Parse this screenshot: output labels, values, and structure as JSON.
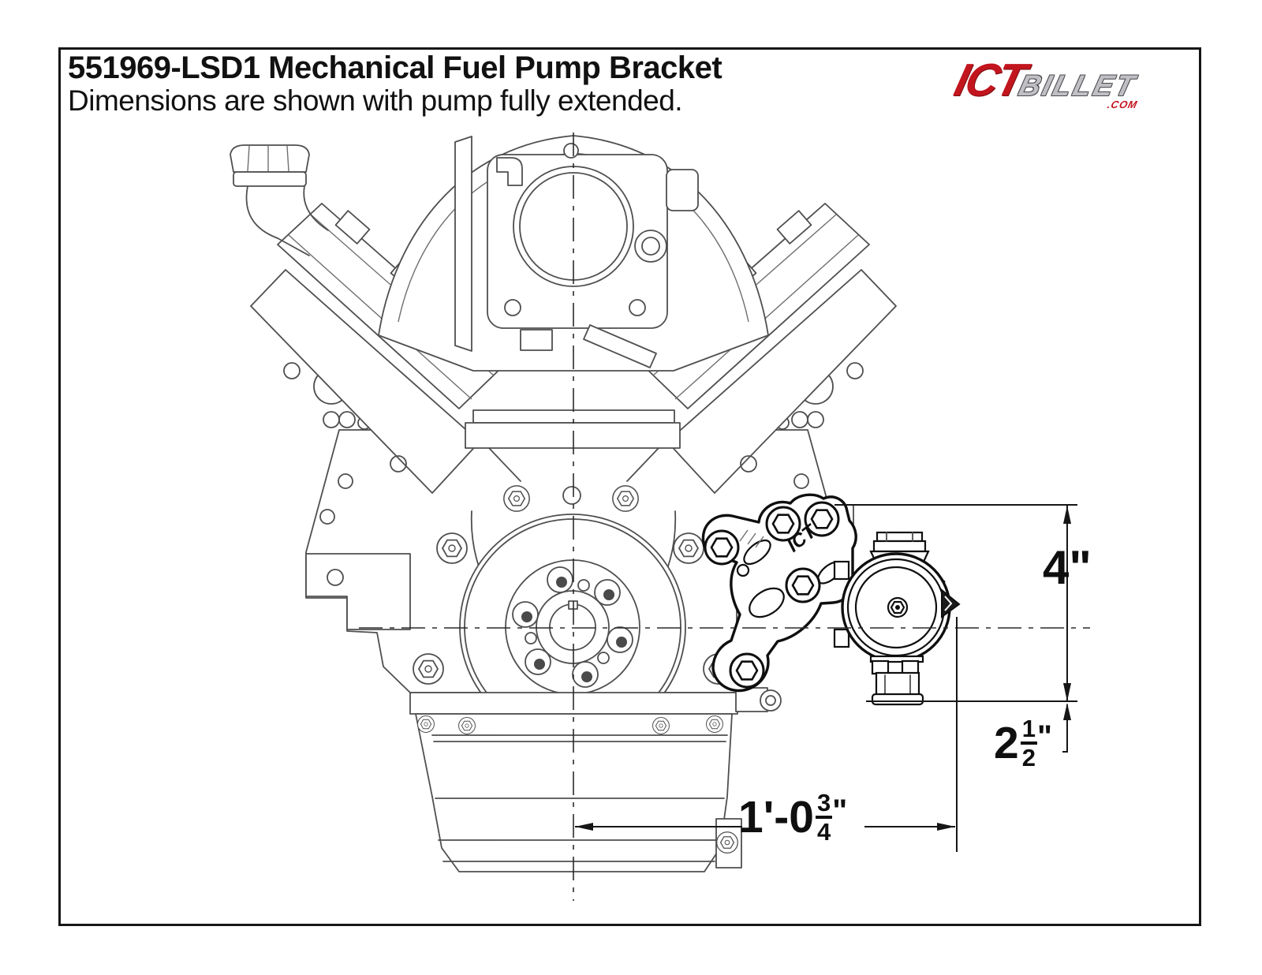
{
  "page": {
    "background": "#ffffff",
    "frame_color": "#161616"
  },
  "header": {
    "title": "551969-LSD1 Mechanical Fuel Pump Bracket",
    "subtitle": "Dimensions are shown with pump fully extended."
  },
  "logo": {
    "primary": "ICT",
    "secondary": "BILLET",
    "suffix": ".COM",
    "primary_color": "#c2151e",
    "secondary_color": "#bfbfc4"
  },
  "drawing": {
    "bracket_engraving": "ICT",
    "description": "Front view of LS engine with mechanical fuel pump bracket and pump, pump fully extended"
  },
  "dimensions": {
    "pump_height": {
      "text": "4\""
    },
    "pump_drop": {
      "whole": "2",
      "numerator": "1",
      "denominator": "2",
      "unit": "\""
    },
    "pump_offset": {
      "lead": "1'-0",
      "numerator": "3",
      "denominator": "4",
      "unit": "\""
    }
  }
}
